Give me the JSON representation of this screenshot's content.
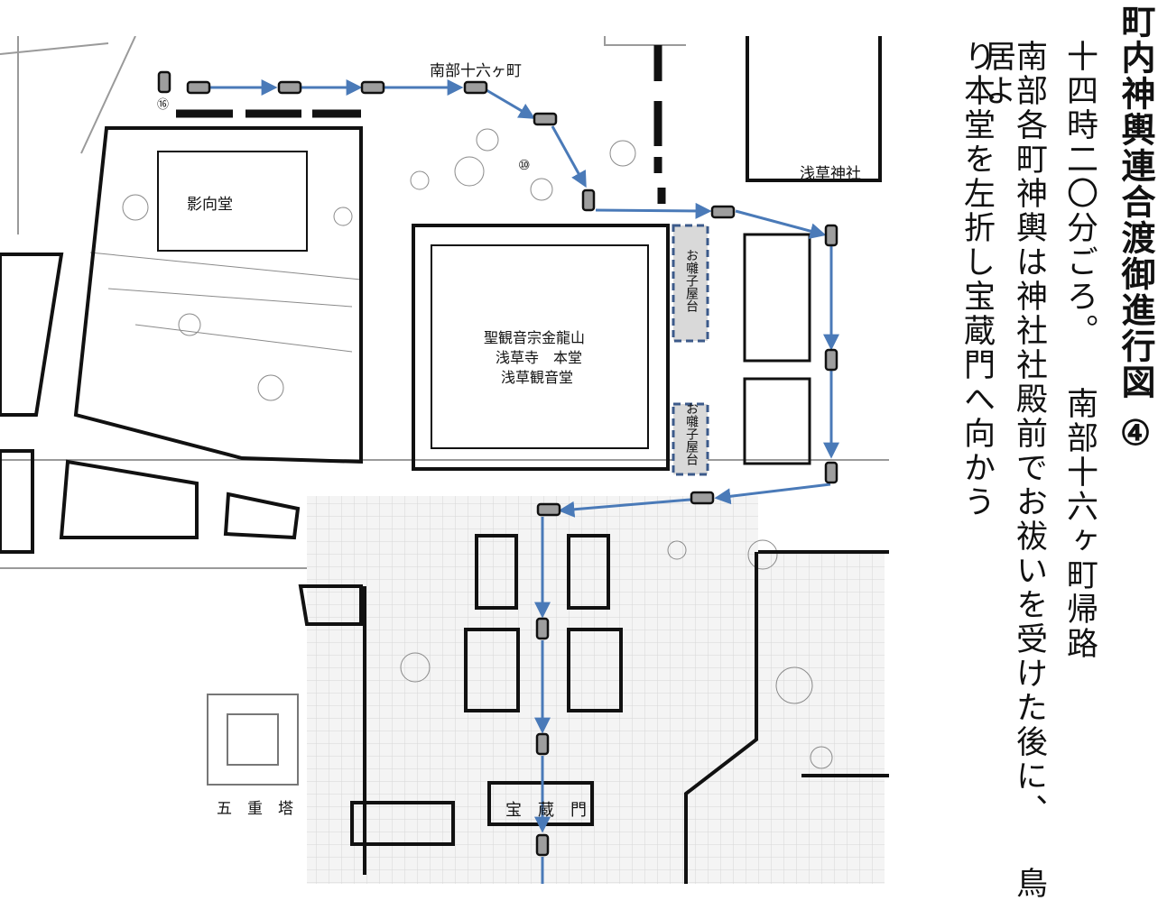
{
  "title": "町内神輿連合渡御進行図",
  "title_number": "④",
  "description": {
    "line1": "十四時二〇分ごろ。 南部十六ヶ町帰路",
    "line2": "南部各町神輿は神社社殿前でお祓いを受けた後に、 鳥居よ",
    "line3": "り本堂を左折し宝蔵門へ向かう"
  },
  "map": {
    "labels": {
      "route_group": "南部十六ヶ町",
      "eikodo": "影向堂",
      "asakusa_shrine": "浅草神社",
      "main_hall_1": "聖観音宗金龍山",
      "main_hall_2": "浅草寺　本堂",
      "main_hall_3": "浅草観音堂",
      "ohayashi_1": "お囃子屋台",
      "ohayashi_2": "お囃子屋台",
      "pagoda": "五　重　塔",
      "hozomon": "宝　蔵　門",
      "marker_16": "⑯",
      "marker_10": "⑩"
    },
    "colors": {
      "route": "#4a7ab8",
      "mikoshi_fill": "#9e9e9e",
      "building_outline": "#111111",
      "yatai_fill": "#d9d9d9",
      "yatai_border": "#3c5a8a"
    }
  }
}
